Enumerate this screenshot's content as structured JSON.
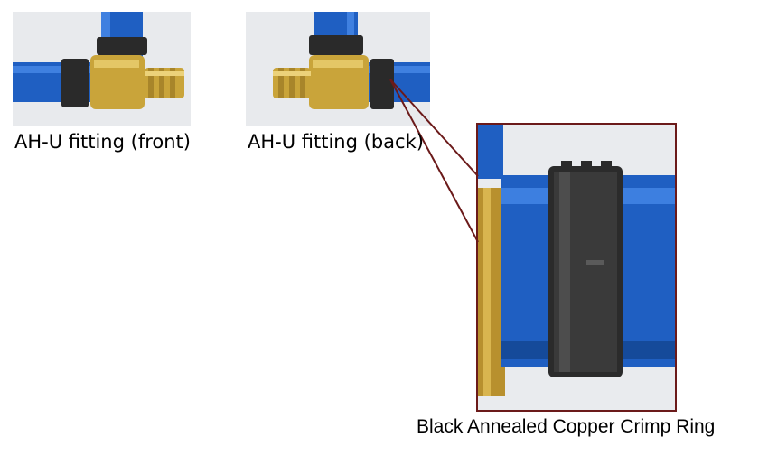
{
  "captions": {
    "front": "AH-U fitting (front)",
    "back": "AH-U fitting (back)",
    "zoom": "Black Annealed Copper Crimp Ring"
  },
  "colors": {
    "pipe_blue": "#1f5fc2",
    "brass": "#c9a43a",
    "crimp_ring": "#2a2a2a",
    "callout": "#6b1a1a",
    "photo_bg": "#e9ebee"
  },
  "images": {
    "front": "pex-tee-fitting-front-photo",
    "back": "pex-tee-fitting-back-photo",
    "zoom": "crimp-ring-closeup-photo"
  }
}
